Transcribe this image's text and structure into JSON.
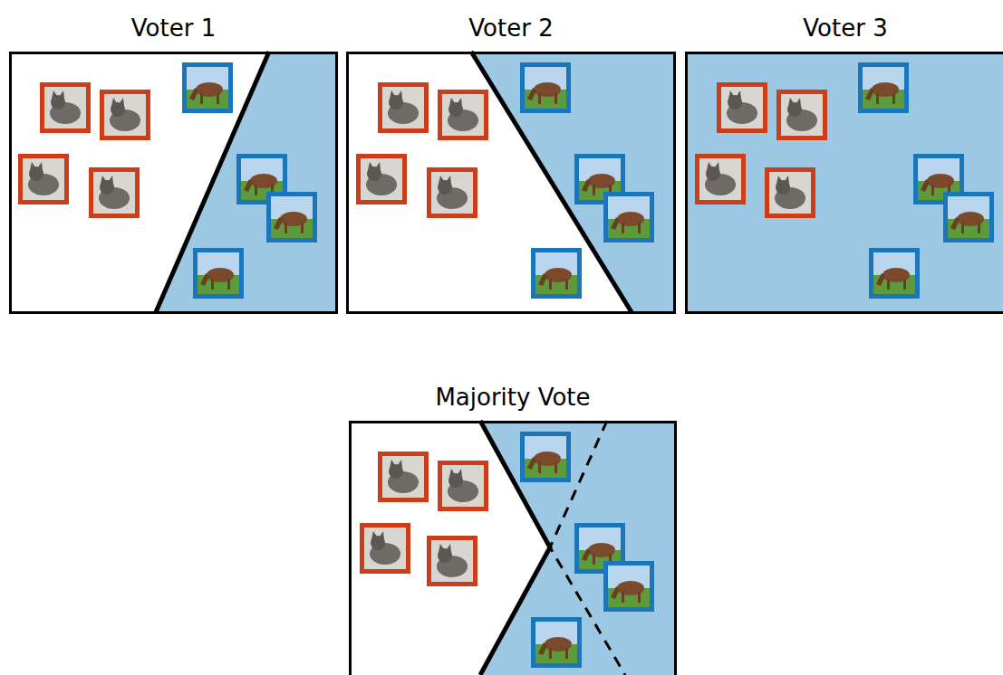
{
  "diagram": {
    "nodes": [
      {
        "text": [
          "Voter 1"
        ]
      },
      {
        "text": [
          "Voter 2"
        ]
      },
      {
        "text": [
          "Voter 3"
        ]
      },
      {
        "text": [
          "Majority Vote"
        ]
      }
    ]
  }
}
